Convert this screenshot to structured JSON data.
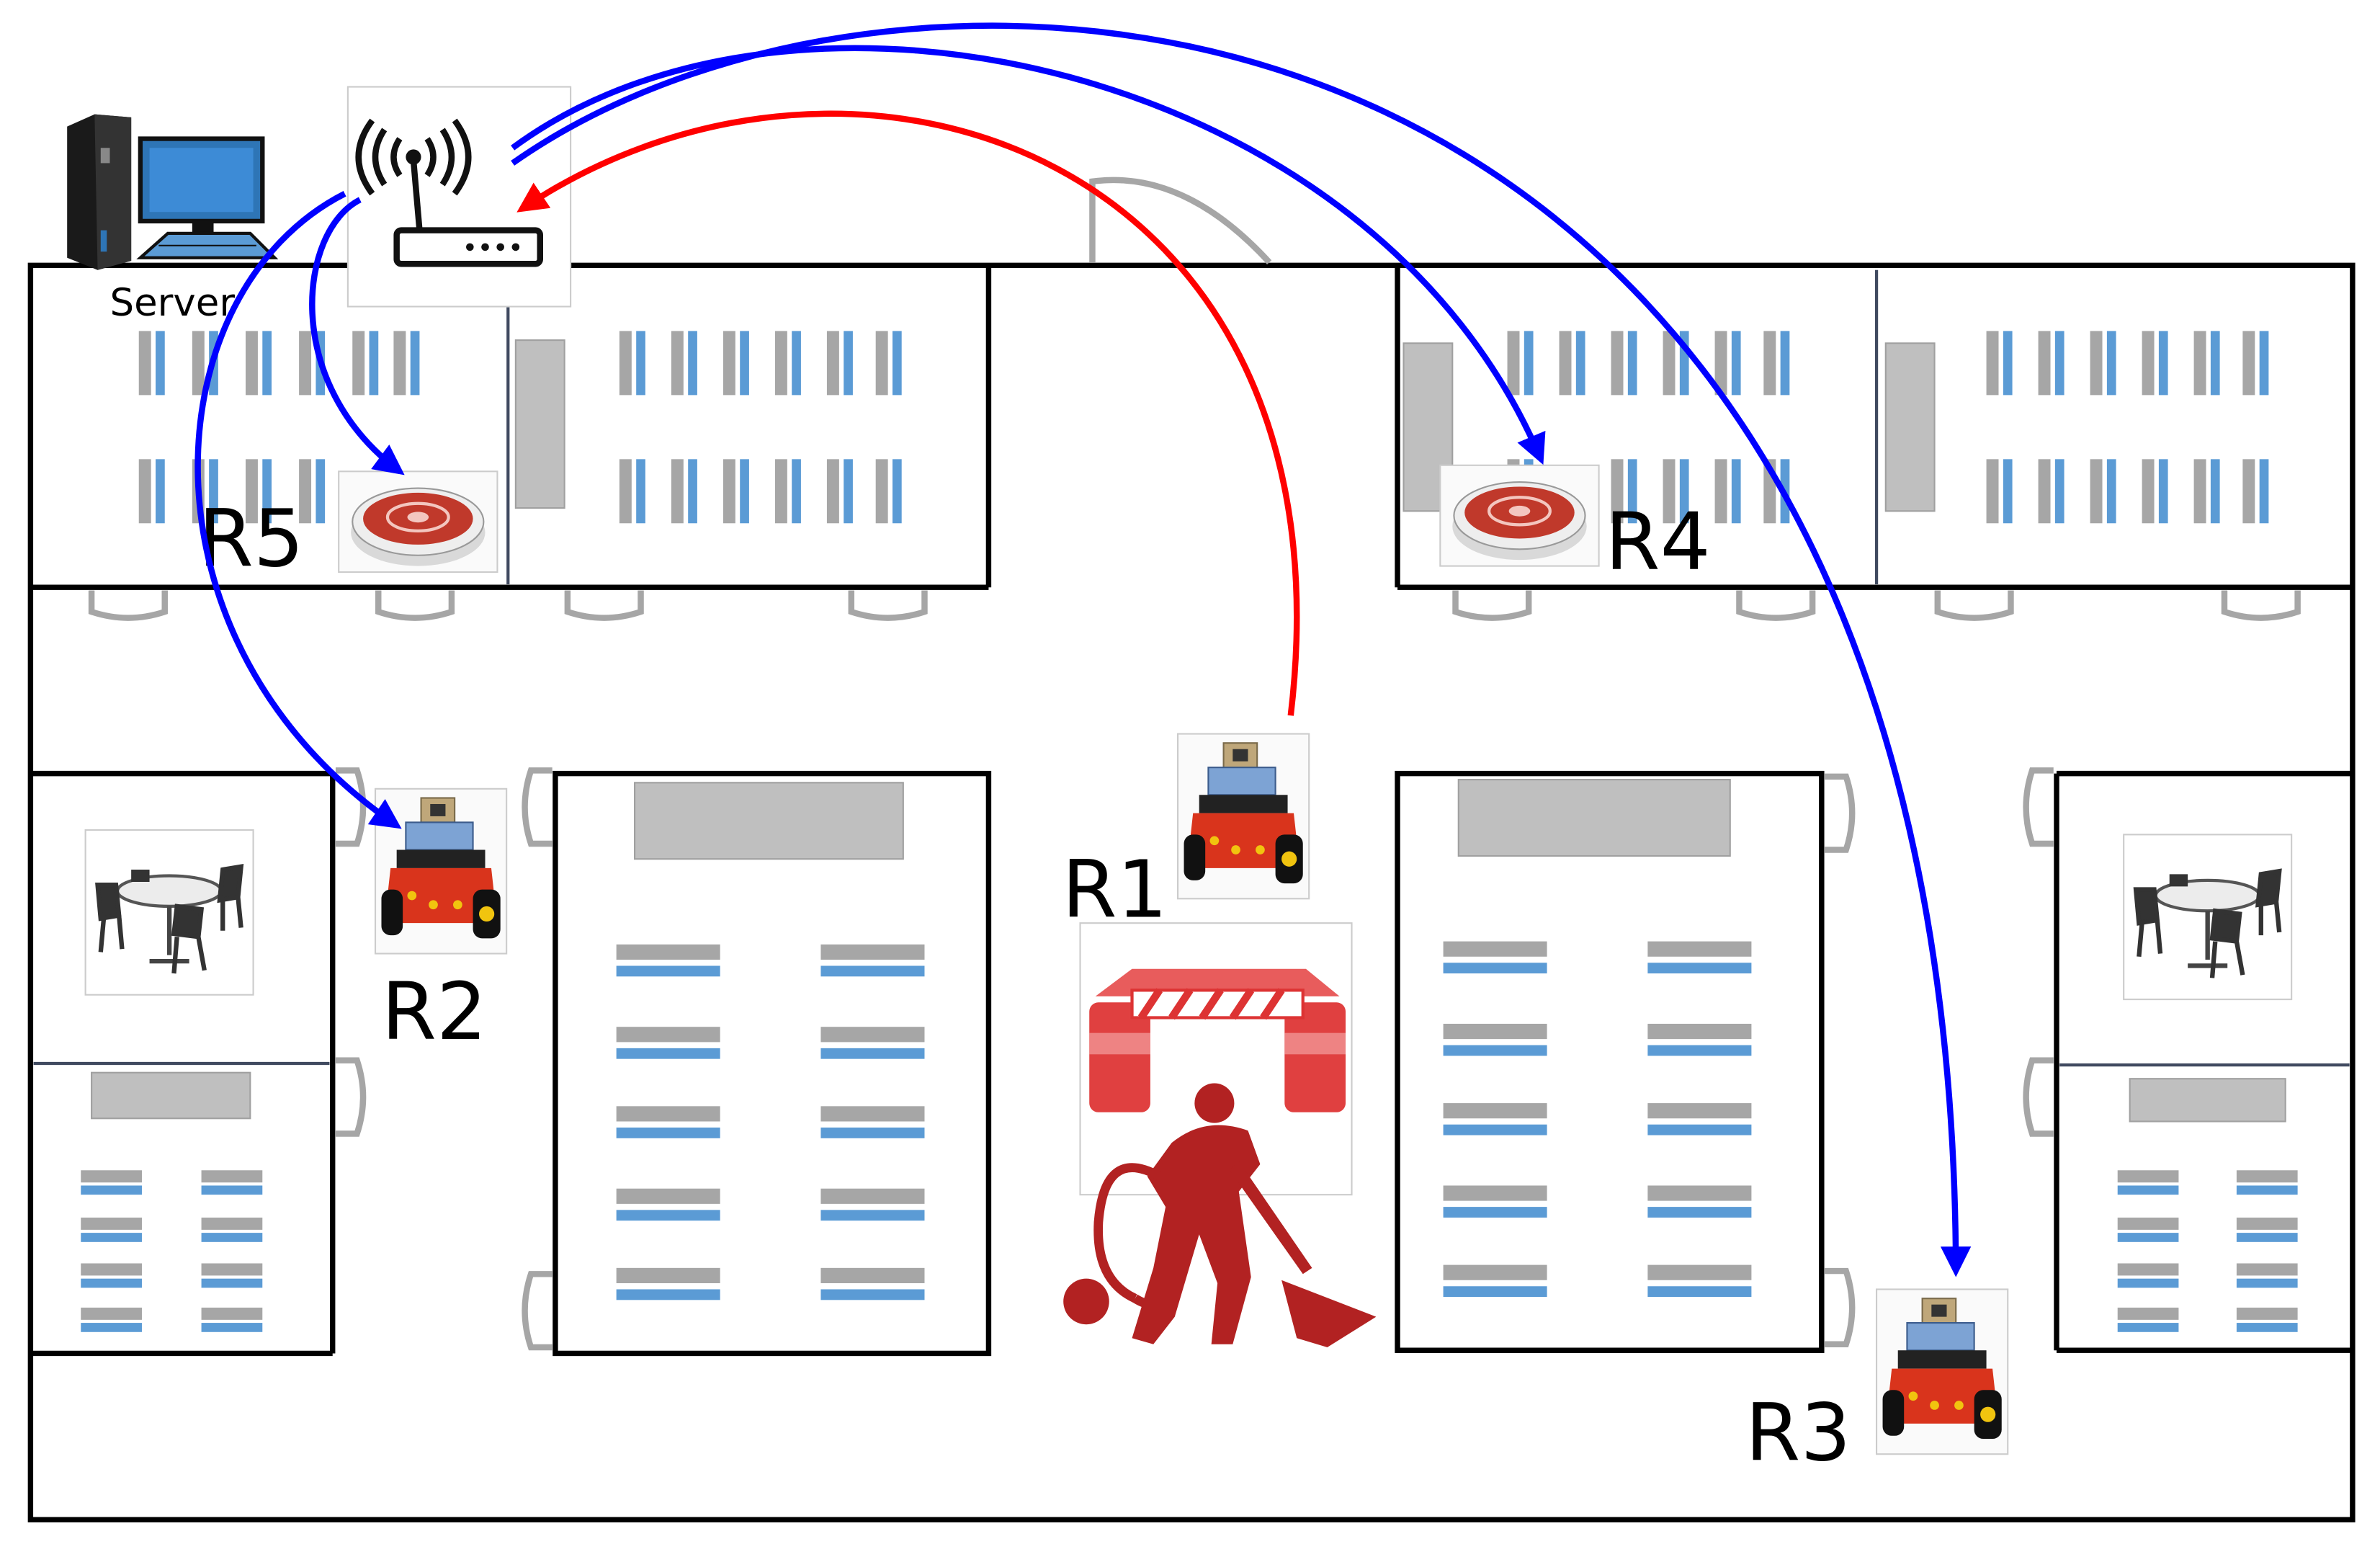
{
  "labels": {
    "server": "Server",
    "robots": {
      "r1": "R1",
      "r2": "R2",
      "r3": "R3",
      "r4": "R4",
      "r5": "R5"
    }
  },
  "colors": {
    "wall": "#000000",
    "shelf_blue": "#5b9bd5",
    "shelf_gray": "#a6a6a6",
    "block_gray": "#bfbfbf",
    "door": "#a6a6a6",
    "arrow_blue": "#0000ff",
    "arrow_red": "#ff0000",
    "roomba": "#c0392b",
    "robot_base": "#d9341c",
    "worker": "#b22222",
    "barrier": "#e04040"
  },
  "icons": {
    "server": "server-tower-icon",
    "computer": "desktop-computer-icon",
    "router": "wireless-router-icon",
    "roomba": "roomba-robot-icon",
    "pioneer": "pioneer-robot-icon",
    "table": "round-table-icon",
    "barrier": "road-barrier-icon",
    "worker": "cleaning-worker-icon"
  }
}
